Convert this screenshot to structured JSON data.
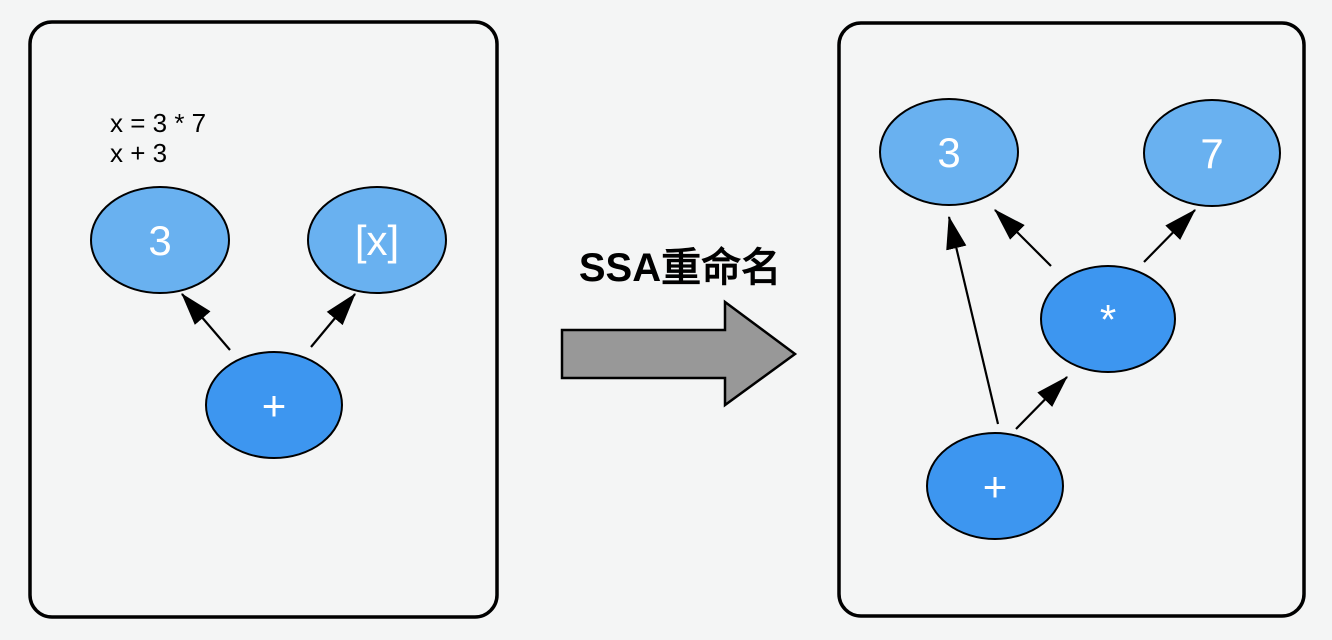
{
  "colors": {
    "background": "#F4F5F5",
    "node_light_fill": "#69B1F0",
    "node_dark_fill": "#3D96F0",
    "node_stroke": "#000000",
    "node_text": "#FFFFFF",
    "edge": "#000000",
    "panel_border": "#000000",
    "big_arrow_fill": "#989898",
    "big_arrow_stroke": "#000000",
    "code_text": "#000000",
    "label_text": "#000000"
  },
  "left_panel": {
    "code_lines": [
      "x = 3 * 7",
      "x + 3"
    ],
    "nodes": [
      {
        "id": "const-3",
        "label": "3",
        "style": "light"
      },
      {
        "id": "var-x",
        "label": "[x]",
        "style": "light"
      },
      {
        "id": "op-plus",
        "label": "+",
        "style": "dark"
      }
    ],
    "edges": [
      {
        "from": "op-plus",
        "to": "const-3"
      },
      {
        "from": "op-plus",
        "to": "var-x"
      }
    ]
  },
  "transform": {
    "label": "SSA重命名"
  },
  "right_panel": {
    "nodes": [
      {
        "id": "const-3",
        "label": "3",
        "style": "light"
      },
      {
        "id": "const-7",
        "label": "7",
        "style": "light"
      },
      {
        "id": "op-mul",
        "label": "*",
        "style": "dark"
      },
      {
        "id": "op-plus",
        "label": "+",
        "style": "dark"
      }
    ],
    "edges": [
      {
        "from": "op-plus",
        "to": "const-3"
      },
      {
        "from": "op-plus",
        "to": "op-mul"
      },
      {
        "from": "op-mul",
        "to": "const-3"
      },
      {
        "from": "op-mul",
        "to": "const-7"
      }
    ]
  }
}
